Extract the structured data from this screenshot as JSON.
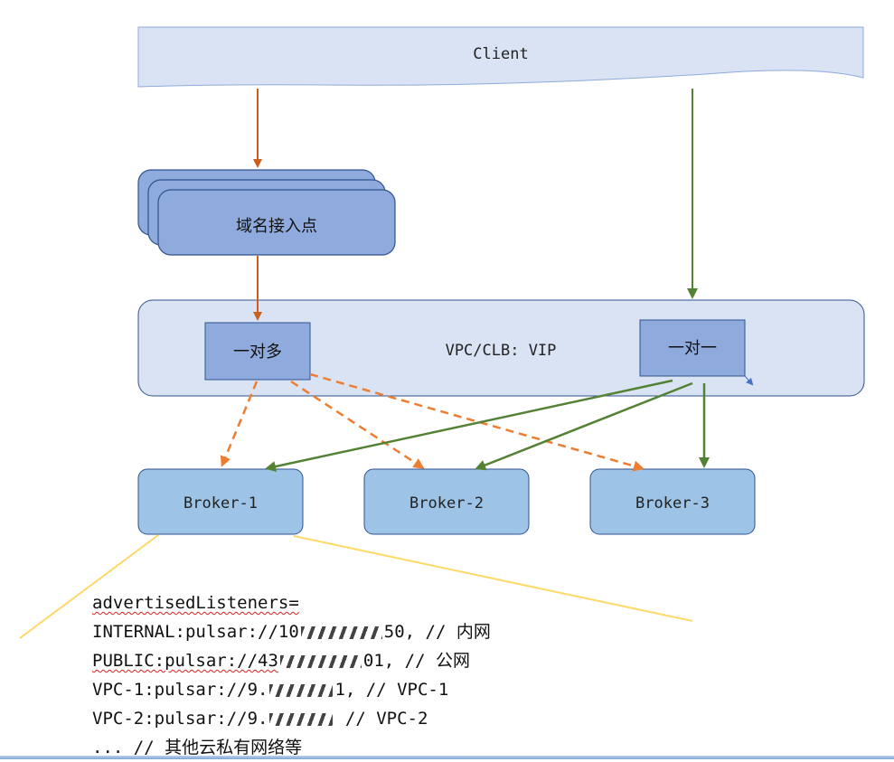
{
  "client": {
    "label": "Client"
  },
  "endpoint": {
    "label": "域名接入点"
  },
  "vpc": {
    "label": "VPC/CLB: VIP",
    "one_to_many": "一对多",
    "one_to_one": "一对一"
  },
  "brokers": [
    {
      "label": "Broker-1"
    },
    {
      "label": "Broker-2"
    },
    {
      "label": "Broker-3"
    }
  ],
  "listeners": {
    "title": "advertisedListeners=",
    "internal_prefix": "INTERNAL:pulsar://10",
    "internal_suffix": "50, // 内网",
    "public_prefix": "PUBLIC:pulsar://43",
    "public_suffix": "01, // 公网",
    "vpc1_prefix": "VPC-1:pulsar://9.",
    "vpc1_suffix": "1, // VPC-1",
    "vpc2_prefix": "VPC-2:pulsar://9.",
    "vpc2_suffix": " // VPC-2",
    "others": "... // 其他云私有网络等"
  },
  "colors": {
    "orange": "#cc5f1c",
    "orange_dash": "#ed7d31",
    "green": "#548235",
    "box_light": "#dae3f3",
    "box_mid": "#8faadc",
    "box_broker": "#9dc3e6",
    "stroke": "#2f528f",
    "yellow": "#ffd966"
  }
}
